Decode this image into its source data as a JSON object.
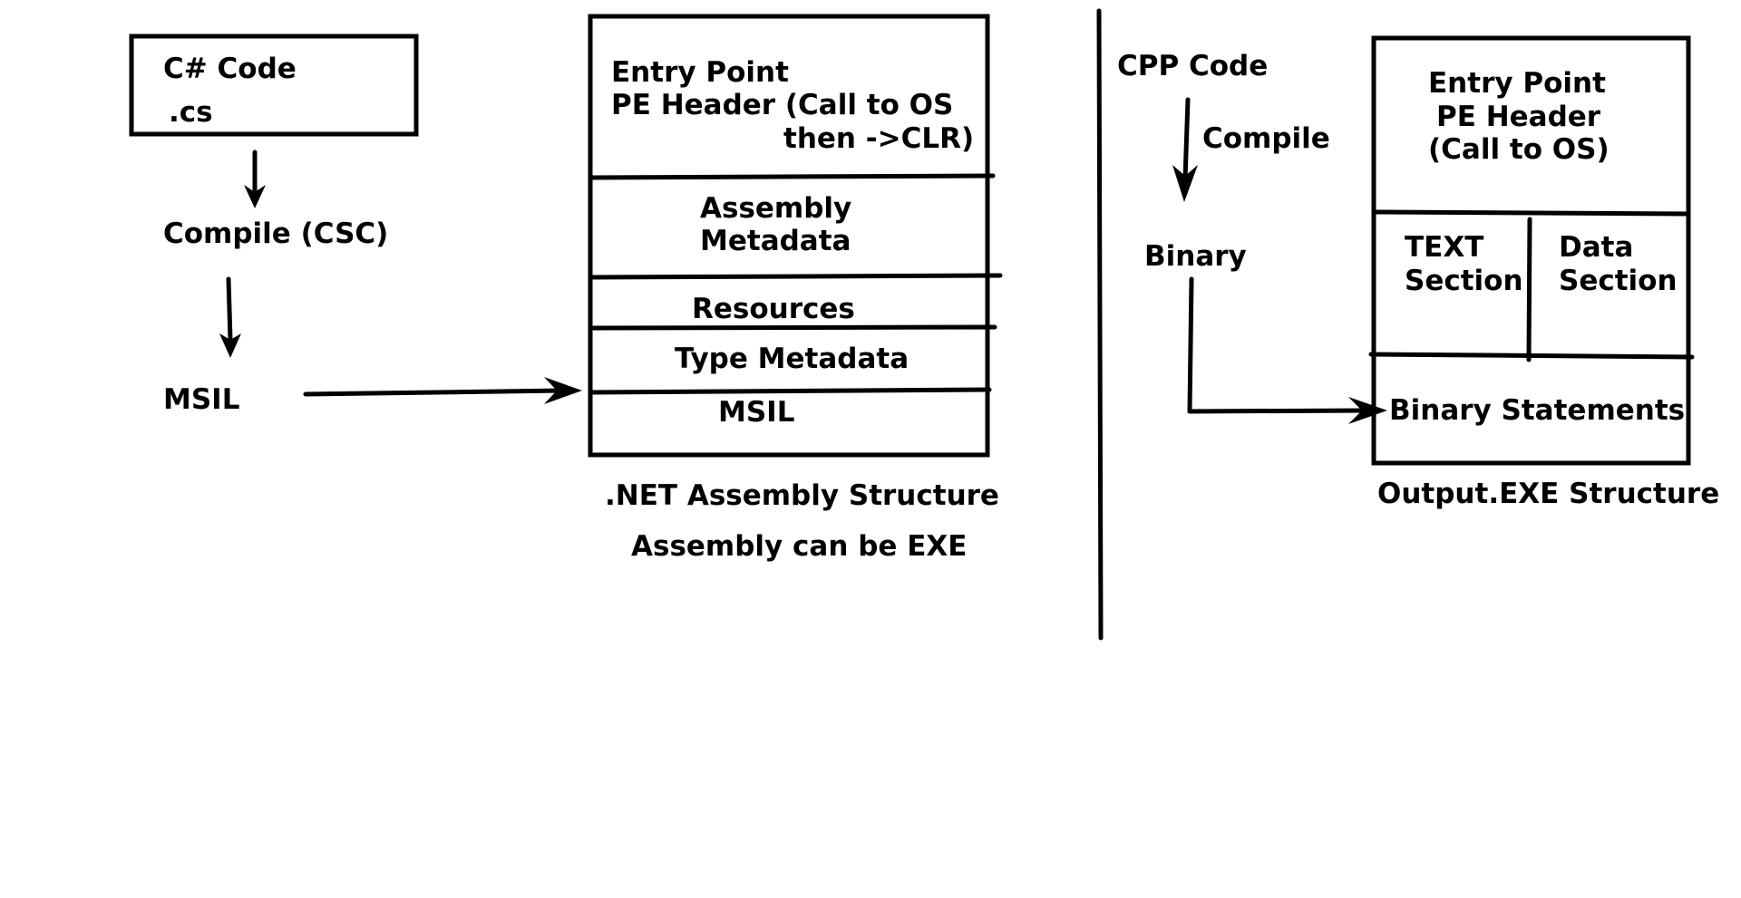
{
  "left": {
    "source_box": {
      "line1": "C# Code",
      "line2": ".cs"
    },
    "compile_label": "Compile (CSC)",
    "msil_label": "MSIL"
  },
  "net_assembly": {
    "sections": {
      "entry_line1": "Entry Point",
      "entry_line2": "PE Header (Call to OS",
      "entry_line3": "then ->CLR)",
      "assembly_metadata_line1": "Assembly",
      "assembly_metadata_line2": "Metadata",
      "resources": "Resources",
      "type_metadata": "Type Metadata",
      "msil": "MSIL"
    },
    "caption": ".NET Assembly Structure",
    "note": "Assembly can be EXE"
  },
  "right": {
    "cpp_code": "CPP Code",
    "compile_label": "Compile",
    "binary_label": "Binary"
  },
  "exe_structure": {
    "entry_line1": "Entry Point",
    "entry_line2": "PE Header",
    "entry_line3": "(Call to OS)",
    "text_line1": "TEXT",
    "text_line2": "Section",
    "data_line1": "Data",
    "data_line2": "Section",
    "binary_statements": "Binary Statements",
    "caption": "Output.EXE Structure"
  }
}
